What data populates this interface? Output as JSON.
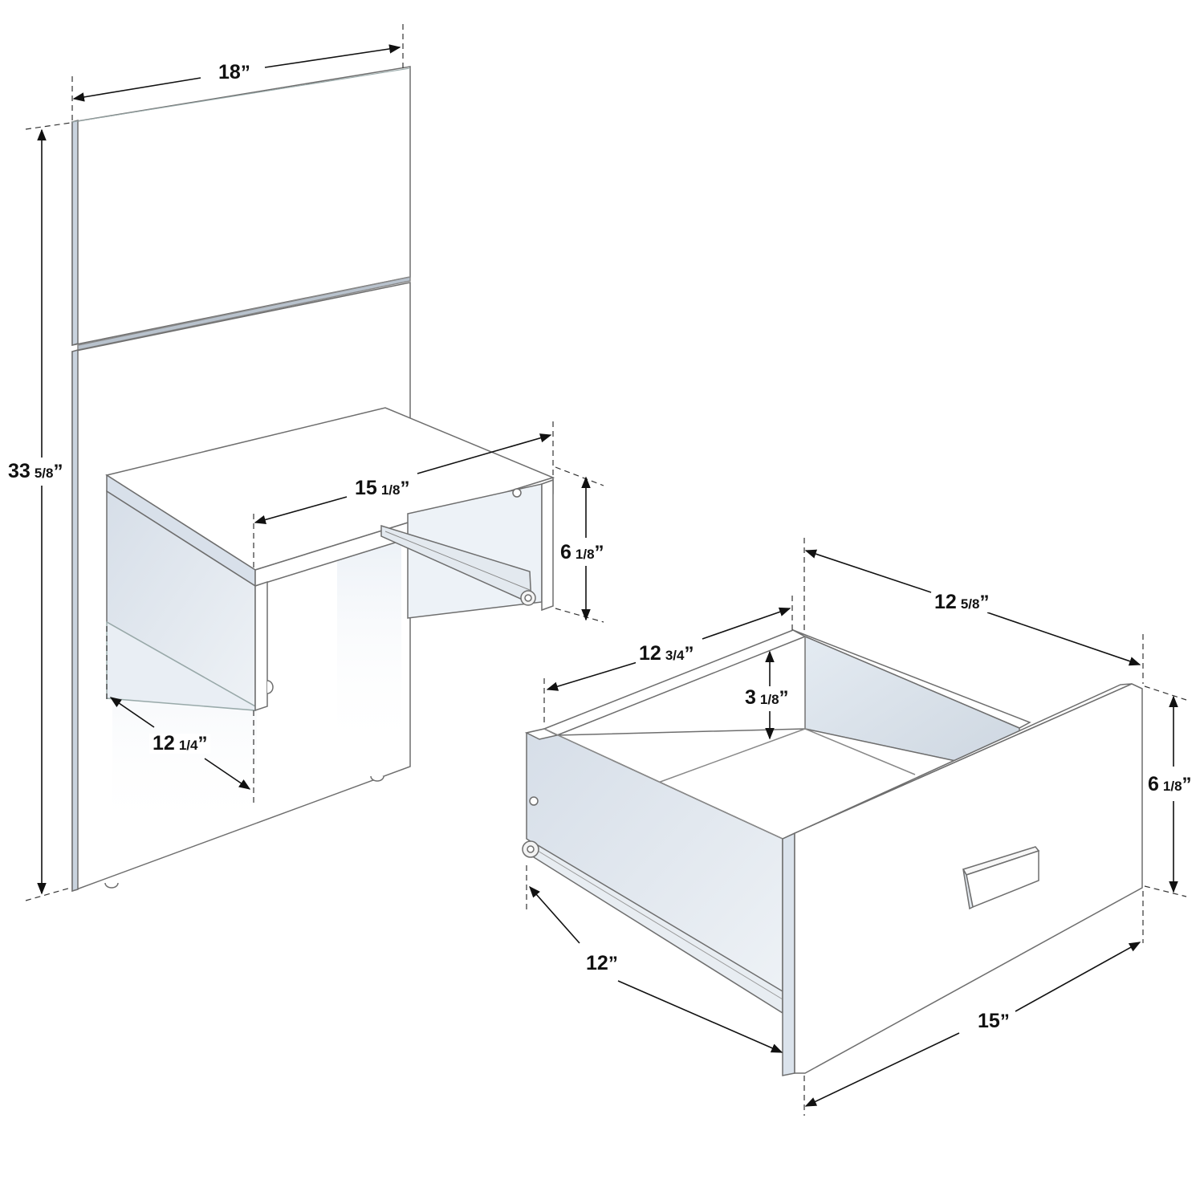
{
  "diagram": {
    "type": "furniture dimension drawing",
    "components": [
      "headboard panel with nightstand",
      "removed drawer"
    ],
    "colors": {
      "background": "#ffffff",
      "outline": "#6e6e6e",
      "edge_shade": "#c9d3de",
      "side_shade": "#dfe6ee",
      "dim_line": "#111111"
    }
  },
  "dimensions": {
    "panel_width": {
      "whole": "18",
      "frac": "",
      "unit": "”",
      "text": "18”"
    },
    "panel_height": {
      "whole": "33",
      "frac": "5/8",
      "unit": "”",
      "text": "33 5/8”"
    },
    "shelf_width": {
      "whole": "15",
      "frac": "1/8",
      "unit": "”",
      "text": "15 1/8”"
    },
    "shelf_height": {
      "whole": "6",
      "frac": "1/8",
      "unit": "”",
      "text": "6 1/8”"
    },
    "shelf_depth": {
      "whole": "12",
      "frac": "1/4",
      "unit": "”",
      "text": "12 1/4”"
    },
    "drawer_back_width": {
      "whole": "12",
      "frac": "5/8",
      "unit": "”",
      "text": "12 5/8”"
    },
    "drawer_side_depth": {
      "whole": "12",
      "frac": "3/4",
      "unit": "”",
      "text": "12 3/4”"
    },
    "drawer_inner_height": {
      "whole": "3",
      "frac": "1/8",
      "unit": "”",
      "text": "3 1/8”"
    },
    "drawer_front_height": {
      "whole": "6",
      "frac": "1/8",
      "unit": "”",
      "text": "6 1/8”"
    },
    "drawer_slide_length": {
      "whole": "12",
      "frac": "",
      "unit": "”",
      "text": "12”"
    },
    "drawer_front_width": {
      "whole": "15",
      "frac": "",
      "unit": "”",
      "text": "15”"
    }
  }
}
